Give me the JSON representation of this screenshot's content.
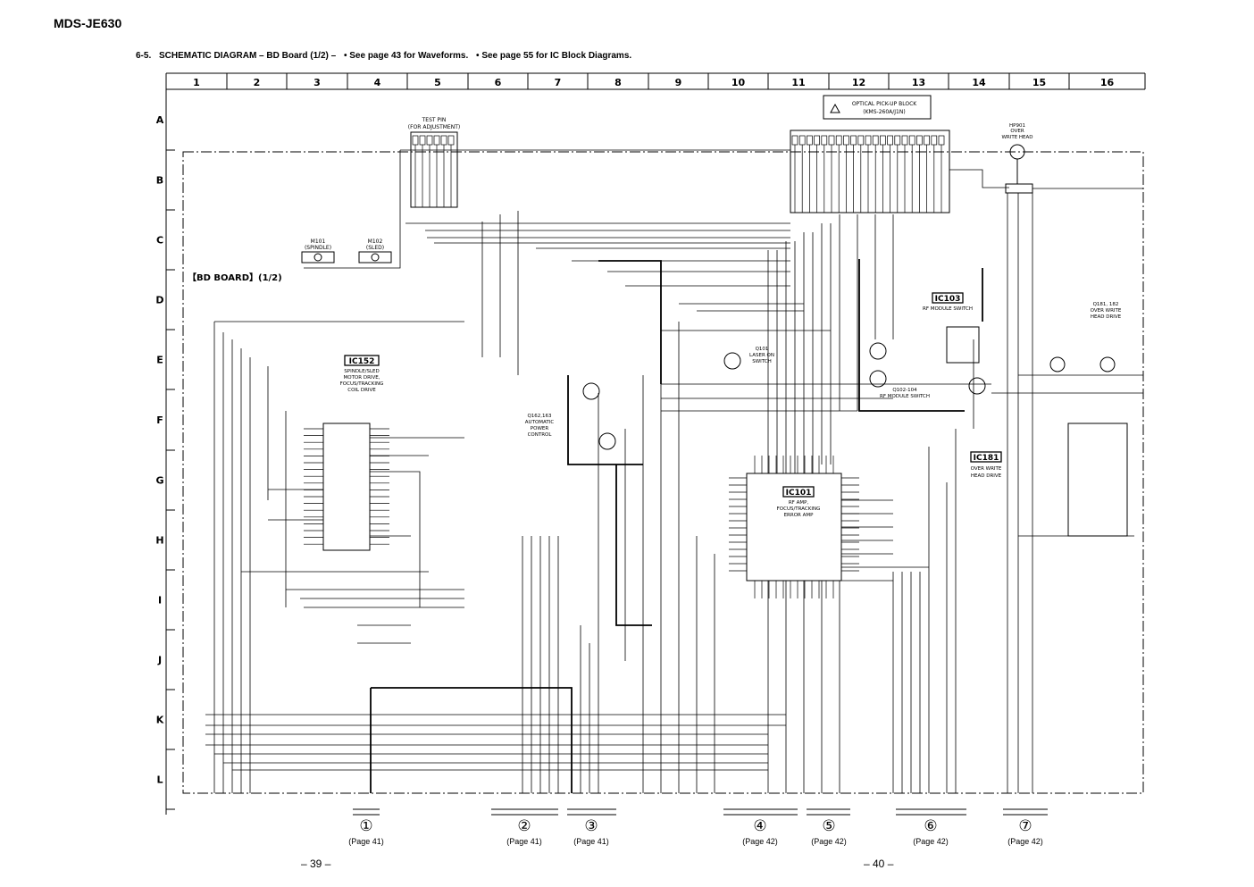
{
  "model": "MDS-JE630",
  "header": {
    "section": "6-5.",
    "title": "SCHEMATIC  DIAGRAM  – BD Board (1/2) –",
    "note1": "• See page 43 for Waveforms.",
    "note2": "• See page 55 for IC Block Diagrams."
  },
  "grid": {
    "columns": [
      "1",
      "2",
      "3",
      "4",
      "5",
      "6",
      "7",
      "8",
      "9",
      "10",
      "11",
      "12",
      "13",
      "14",
      "15",
      "16"
    ],
    "rows": [
      "A",
      "B",
      "C",
      "D",
      "E",
      "F",
      "G",
      "H",
      "I",
      "J",
      "K",
      "L"
    ]
  },
  "board_label": "【BD BOARD】(1/2)",
  "blocks": {
    "optical": "OPTICAL PICK-UP BLOCK",
    "optical_sub": "(KMS-260A/J1N)",
    "test_pin": "TEST PIN",
    "test_pin_sub": "(FOR ADJUSTMENT)",
    "m101": "M101",
    "m101_sub": "(SPINDLE)",
    "m102": "M102",
    "m102_sub": "(SLED)",
    "ic152": "IC152",
    "ic152_desc1": "SPINDLE/SLED",
    "ic152_desc2": "MOTOR DRIVE,",
    "ic152_desc3": "FOCUS/TRACKING",
    "ic152_desc4": "COIL DRIVE",
    "ic101": "IC101",
    "ic101_desc1": "RF AMP,",
    "ic101_desc2": "FOCUS/TRACKING",
    "ic101_desc3": "ERROR AMP",
    "ic103": "IC103",
    "ic103_desc": "RF MODULE SWITCH",
    "ic181": "IC181",
    "ic181_desc1": "OVER WRITE",
    "ic181_desc2": "HEAD DRIVE",
    "hp901": "HP901",
    "hp901_sub1": "OVER",
    "hp901_sub2": "WRITE HEAD",
    "q181": "Q181, 182",
    "q181_sub1": "OVER WRITE",
    "q181_sub2": "HEAD DRIVE",
    "q162": "Q162,163",
    "q162_sub1": "AUTOMATIC",
    "q162_sub2": "POWER",
    "q162_sub3": "CONTROL",
    "q101": "Q101",
    "q101_sub1": "LASER ON",
    "q101_sub2": "SWITCH",
    "q102": "Q102-104",
    "q102_sub": "RF MODULE SWITCH"
  },
  "connectors": [
    {
      "num": "①",
      "page": "(Page 41)"
    },
    {
      "num": "②",
      "page": "(Page 41)"
    },
    {
      "num": "③",
      "page": "(Page 41)"
    },
    {
      "num": "④",
      "page": "(Page 42)"
    },
    {
      "num": "⑤",
      "page": "(Page 42)"
    },
    {
      "num": "⑥",
      "page": "(Page 42)"
    },
    {
      "num": "⑦",
      "page": "(Page 42)"
    }
  ],
  "pages": {
    "left": "– 39 –",
    "right": "– 40 –"
  }
}
